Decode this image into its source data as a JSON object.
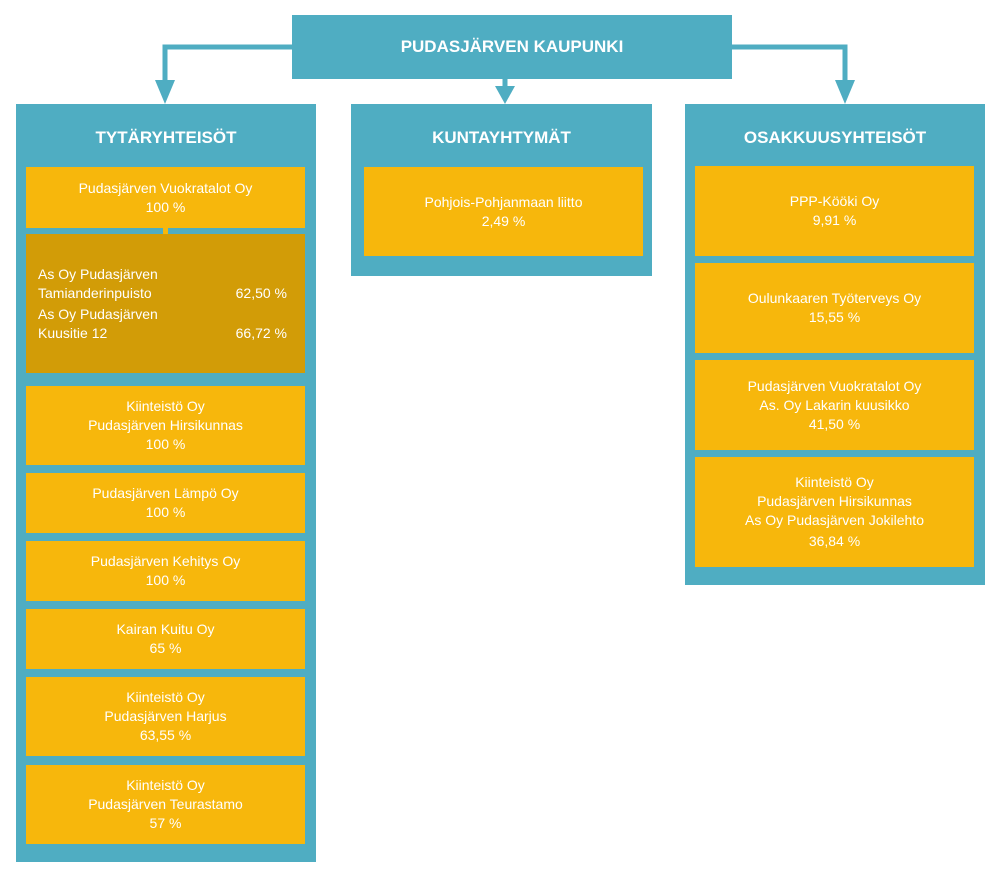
{
  "root": {
    "label": "PUDASJÄRVEN KAUPUNKI"
  },
  "columns": {
    "subsidiaries": {
      "title": "TYTÄRYHTEISÖT",
      "parent": {
        "name": "Pudasjärven Vuokratalot Oy",
        "share": "100 %"
      },
      "children": [
        {
          "line1": "As Oy Pudasjärven",
          "line2": "Tamianderinpuisto",
          "share": "62,50 %"
        },
        {
          "line1": "As Oy Pudasjärven",
          "line2": "Kuusitie 12",
          "share": "66,72 %"
        }
      ],
      "items": [
        {
          "lines": [
            "Kiinteistö Oy",
            "Pudasjärven Hirsikunnas"
          ],
          "share": "100 %"
        },
        {
          "lines": [
            "Pudasjärven Lämpö Oy"
          ],
          "share": "100 %"
        },
        {
          "lines": [
            "Pudasjärven Kehitys Oy"
          ],
          "share": "100 %"
        },
        {
          "lines": [
            "Kairan Kuitu Oy"
          ],
          "share": "65 %"
        },
        {
          "lines": [
            "Kiinteistö Oy",
            "Pudasjärven Harjus"
          ],
          "share": "63,55 %"
        },
        {
          "lines": [
            "Kiinteistö Oy",
            "Pudasjärven Teurastamo"
          ],
          "share": "57 %"
        }
      ]
    },
    "joint_municipal": {
      "title": "KUNTAYHTYMÄT",
      "items": [
        {
          "lines": [
            "Pohjois-Pohjanmaan liitto"
          ],
          "share": "2,49 %"
        }
      ]
    },
    "associated": {
      "title": "OSAKKUUSYHTEISÖT",
      "items": [
        {
          "lines": [
            "PPP-Kööki Oy"
          ],
          "share": "9,91 %"
        },
        {
          "lines": [
            "Oulunkaaren Työterveys Oy"
          ],
          "share": "15,55 %"
        },
        {
          "lines": [
            "Pudasjärven Vuokratalot Oy",
            "As. Oy Lakarin kuusikko"
          ],
          "share": "41,50 %"
        },
        {
          "lines": [
            "Kiinteistö Oy",
            "Pudasjärven Hirsikunnas",
            "As Oy Pudasjärven Jokilehto"
          ],
          "share": "36,84 %"
        }
      ]
    }
  },
  "colors": {
    "teal": "#4fadc2",
    "amber": "#f7b70c",
    "dark_amber": "#d29c07"
  }
}
